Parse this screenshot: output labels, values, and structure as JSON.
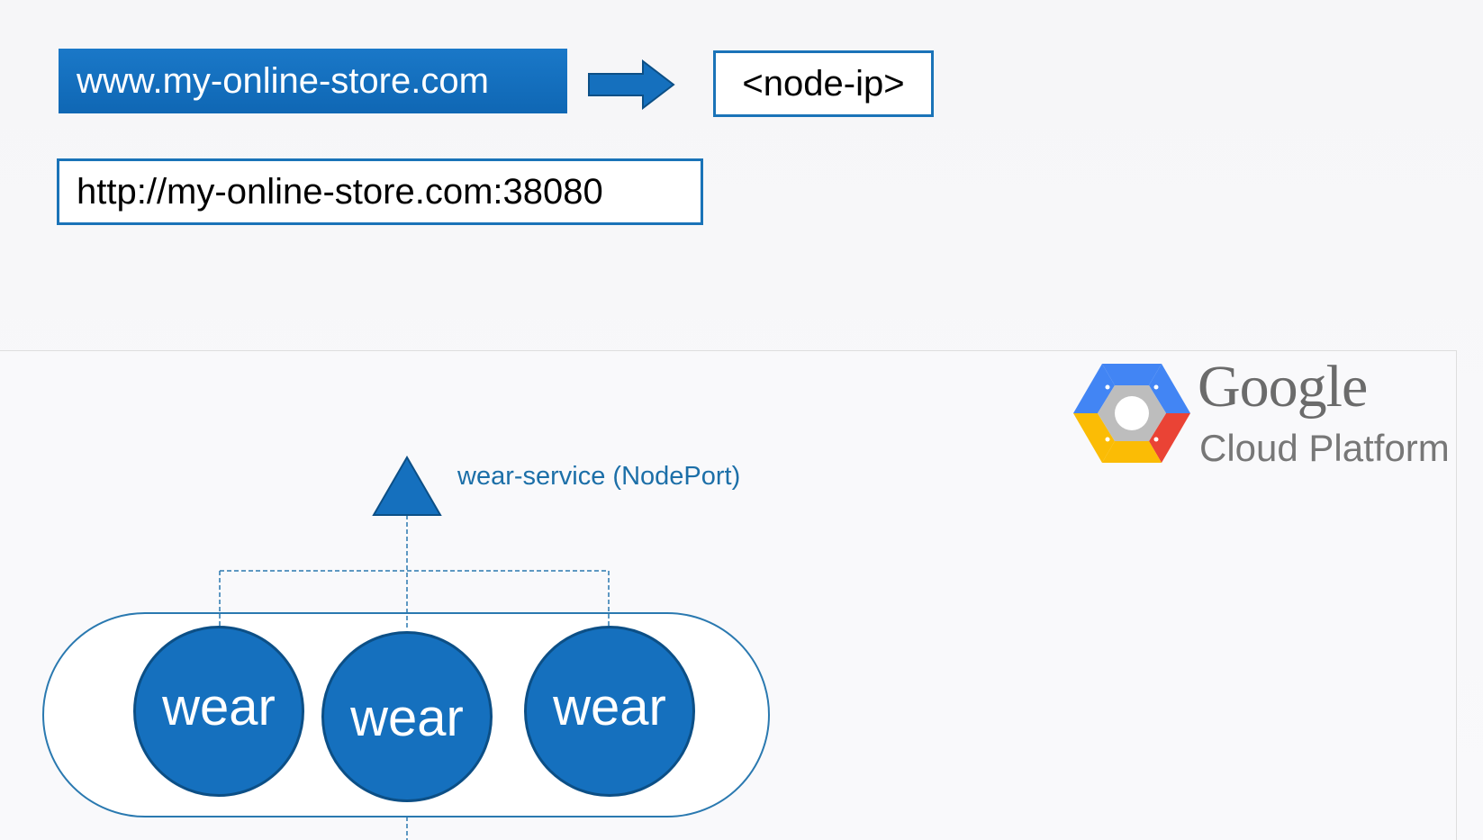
{
  "top": {
    "domain_label": "www.my-online-store.com",
    "node_ip_label": "<node-ip>",
    "port_url": "http://my-online-store.com:38080"
  },
  "cluster": {
    "service_label": "wear-service (NodePort)",
    "pods": [
      {
        "label": "wear"
      },
      {
        "label": "wear"
      },
      {
        "label": "wear"
      }
    ]
  },
  "branding": {
    "google_text": "Google",
    "platform_text": "Cloud Platform"
  },
  "colors": {
    "primary_blue": "#1570be",
    "dark_blue": "#0c4f86",
    "outline_blue": "#1a73b8",
    "service_text": "#1c6fa8",
    "gcp_blue": "#4285f4",
    "gcp_red": "#ea4335",
    "gcp_yellow": "#fbbc05",
    "gcp_gray": "#bdbdbd"
  },
  "icons": {
    "arrow": "arrow-right-icon",
    "service": "triangle-service-icon",
    "logo": "google-cloud-hexagon-icon"
  }
}
